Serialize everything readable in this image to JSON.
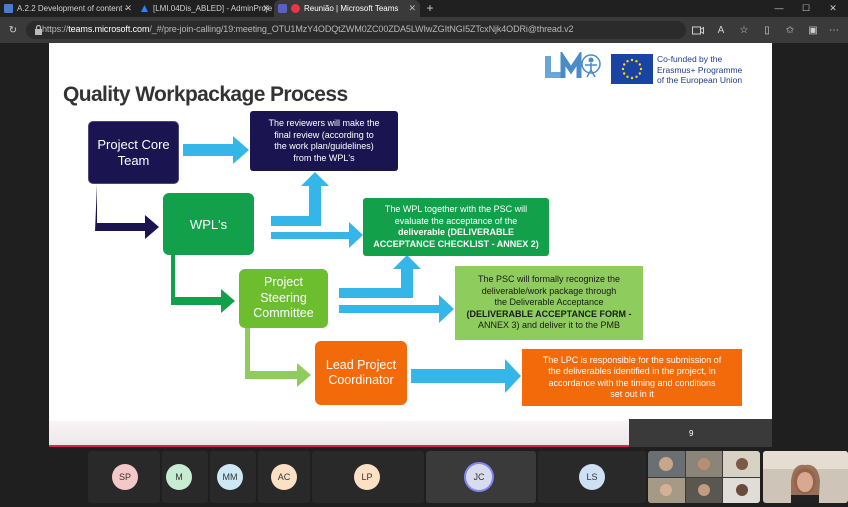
{
  "browser": {
    "tabs": [
      {
        "label": "A.2.2 Development of content -"
      },
      {
        "label": "[LMI.04Dis_ABLED] - AdminProje"
      },
      {
        "label": "Reunião | Microsoft Teams"
      }
    ],
    "new_tab": "+",
    "url_host": "teams.microsoft.com",
    "url_rest": "/_#/pre-join-calling/19:meeting_OTU1MzY4ODQtZWM0ZC00ZDA5LWIwZGItNGI5ZTcxNjk4ODRi@thread.v2",
    "url_scheme": "https://",
    "window_controls": {
      "minimize": "—",
      "maximize": "☐",
      "close": "✕"
    }
  },
  "slide": {
    "title": "Quality Workpackage Process",
    "eu_cofunded": [
      "Co-funded by the",
      "Erasmus+ Programme",
      "of the European Union"
    ],
    "page_number": "9",
    "colors": {
      "navy": "#1a1450",
      "green": "#12a04a",
      "light_green": "#6cbe2e",
      "pale_green": "#8fcc5e",
      "orange": "#f36a0a",
      "arrow_blue": "#35b6e8"
    },
    "boxes": {
      "core": [
        "Project Core",
        "Team"
      ],
      "reviewers": [
        "The reviewers will make the",
        "final review (according to",
        "the work plan/guidelines)",
        "from the WPL's"
      ],
      "wpl": "WPL's",
      "wpl_text": [
        "The WPL together with the PSC will",
        "evaluate the acceptance of the",
        "deliverable (DELIVERABLE",
        "ACCEPTANCE CHECKLIST - ANNEX 2)"
      ],
      "psc": [
        "Project",
        "Steering",
        "Committee"
      ],
      "psc_text": [
        "The PSC will formally recognize the",
        "deliverable/work package through",
        "the Deliverable Acceptance",
        "(DELIVERABLE ACCEPTANCE FORM -",
        "ANNEX 3) and deliver it to the PMB"
      ],
      "lead": [
        "Lead Project",
        "Coordinator"
      ],
      "lpc_text": [
        "The LPC is responsible for the submission of",
        "the deliverables identified in the project, in",
        "accordance with the timing and conditions",
        "set out in it"
      ]
    }
  },
  "participants": [
    {
      "initials": "SP",
      "color": "#f4c8c8"
    },
    {
      "initials": "M",
      "color": "#c8ecd2"
    },
    {
      "initials": "MM",
      "color": "#cde8f4"
    },
    {
      "initials": "AC",
      "color": "#fbe0c4"
    },
    {
      "initials": "LP",
      "color": "#fbe0c4"
    },
    {
      "initials": "JC",
      "color": "#d9dcef"
    },
    {
      "initials": "LS",
      "color": "#cde0f4"
    }
  ]
}
